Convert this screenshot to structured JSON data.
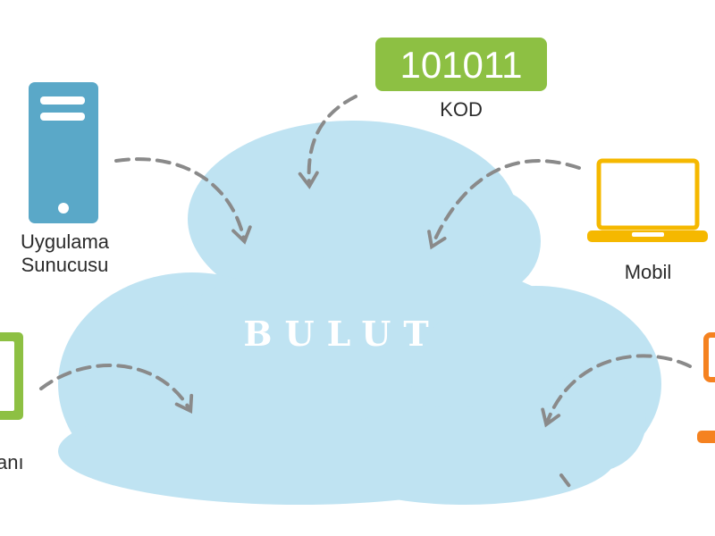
{
  "cloud": {
    "title": "BULUT",
    "color": "#bfe3f2"
  },
  "code_badge": {
    "value": "101011",
    "caption": "KOD",
    "color": "#8dc043"
  },
  "nodes": {
    "app_server": {
      "line1": "Uygulama",
      "line2": "Sunucusu",
      "color": "#5aa8c8"
    },
    "mobile": {
      "caption": "Mobil",
      "color": "#f5b800"
    },
    "left_partial": {
      "caption": "anı",
      "color": "#8dc043"
    },
    "right_partial": {
      "color": "#f58220"
    }
  },
  "arrow_color": "#8a8a8a"
}
